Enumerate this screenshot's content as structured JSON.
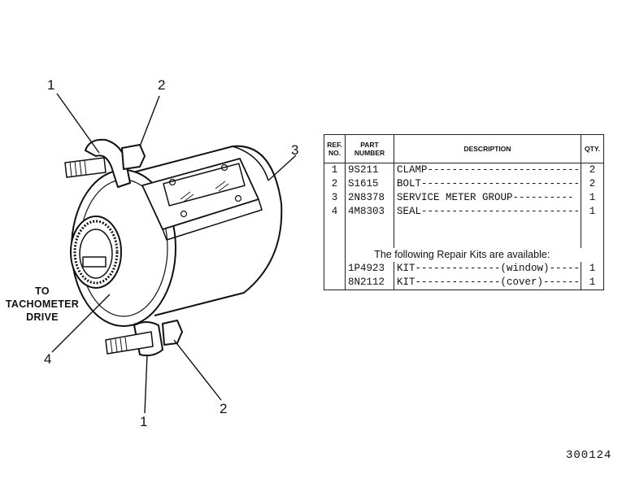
{
  "callouts": {
    "c1_top": "1",
    "c2_top": "2",
    "c3": "3",
    "c4": "4",
    "c1_bottom": "1",
    "c2_bottom": "2"
  },
  "drive_label": {
    "line1": "TO",
    "line2": "TACHOMETER",
    "line3": "DRIVE"
  },
  "drawing_number": "300124",
  "parts_table": {
    "headers": {
      "ref_line1": "REF.",
      "ref_line2": "NO.",
      "part_line1": "PART",
      "part_line2": "NUMBER",
      "description": "DESCRIPTION",
      "qty": "QTY."
    },
    "rows": [
      {
        "ref": "1",
        "part": "9S211",
        "description": "CLAMP---------------------------",
        "qty": "2"
      },
      {
        "ref": "2",
        "part": "S1615",
        "description": "BOLT----------------------------",
        "qty": "2"
      },
      {
        "ref": "3",
        "part": "2N8378",
        "description": "SERVICE METER GROUP----------",
        "qty": "1"
      },
      {
        "ref": "4",
        "part": "4M8303",
        "description": "SEAL----------------------------",
        "qty": "1"
      }
    ],
    "kits_note": "The following Repair Kits are available:",
    "kits": [
      {
        "part": "1P4923",
        "description": "KIT--------------(window)--------",
        "qty": "1"
      },
      {
        "part": "8N2112",
        "description": "KIT--------------(cover)---------",
        "qty": "1"
      }
    ]
  }
}
